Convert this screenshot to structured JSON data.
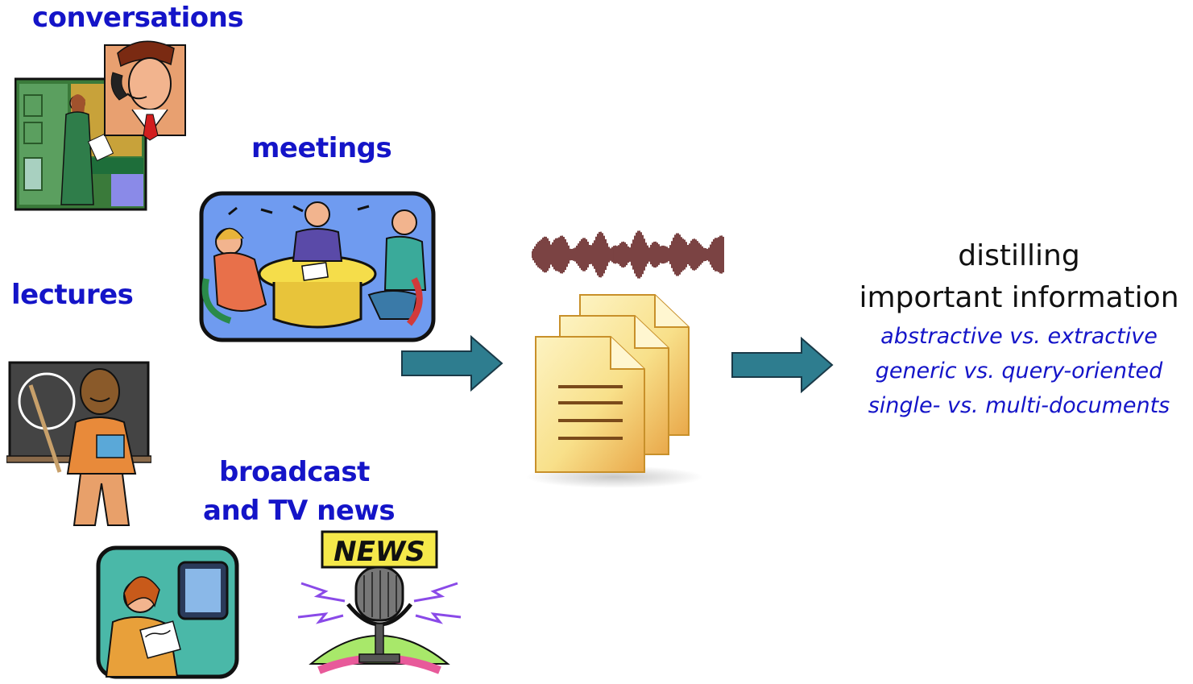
{
  "sources": {
    "conversations": "conversations",
    "meetings": "meetings",
    "lectures": "lectures",
    "broadcast_line1": "broadcast",
    "broadcast_line2": "and TV news"
  },
  "news_sign": "NEWS",
  "output": {
    "line1": "distilling",
    "line2": "important information",
    "variants": [
      "abstractive vs. extractive",
      "generic vs. query-oriented",
      "single- vs. multi-documents"
    ]
  },
  "colors": {
    "label_blue": "#1414c8",
    "arrow_teal": "#2e7d8f",
    "waveform": "#5a1414",
    "doc_yellow": "#f6d36a"
  }
}
